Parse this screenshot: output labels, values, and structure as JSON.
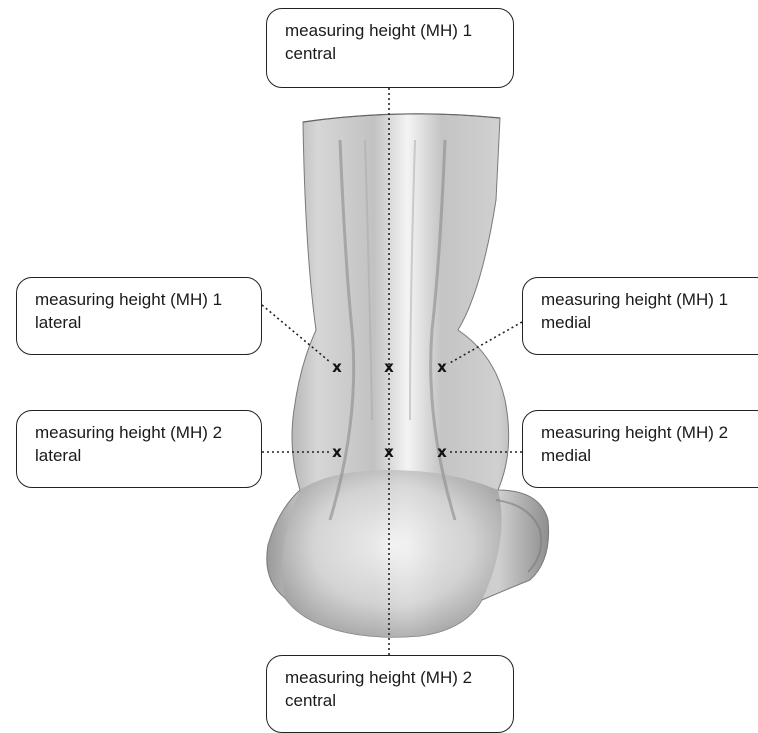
{
  "labels": {
    "mh1_central": {
      "line1": "measuring height (MH) 1",
      "line2": "central"
    },
    "mh2_central": {
      "line1": "measuring height (MH) 2",
      "line2": "central"
    },
    "mh1_lateral": {
      "line1": "measuring height (MH) 1",
      "line2": "lateral"
    },
    "mh2_lateral": {
      "line1": "measuring height (MH) 2",
      "line2": "lateral"
    },
    "mh1_medial": {
      "line1": "measuring height (MH) 1",
      "line2": "medial"
    },
    "mh2_medial": {
      "line1": "measuring height (MH) 2",
      "line2": "medial"
    }
  },
  "marker_symbol": "x",
  "colors": {
    "line": "#222222",
    "skin_light": "#f2f2f2",
    "skin_dark": "#8a8a8a"
  }
}
